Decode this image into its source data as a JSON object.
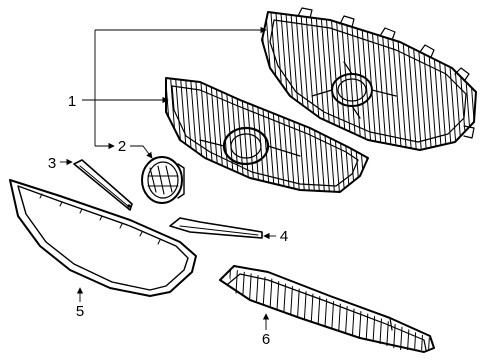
{
  "callouts": {
    "c1": "1",
    "c2": "2",
    "c3": "3",
    "c4": "4",
    "c5": "5",
    "c6": "6"
  },
  "parts": [
    {
      "callout": "1",
      "part": "grille-assembly-rear-view"
    },
    {
      "callout": "1",
      "part": "grille-assembly-front-view"
    },
    {
      "callout": "2",
      "part": "emblem"
    },
    {
      "callout": "3",
      "part": "upper-molding-strip"
    },
    {
      "callout": "4",
      "part": "lower-molding-strip"
    },
    {
      "callout": "5",
      "part": "grille-surround-frame"
    },
    {
      "callout": "6",
      "part": "lower-grille"
    }
  ]
}
